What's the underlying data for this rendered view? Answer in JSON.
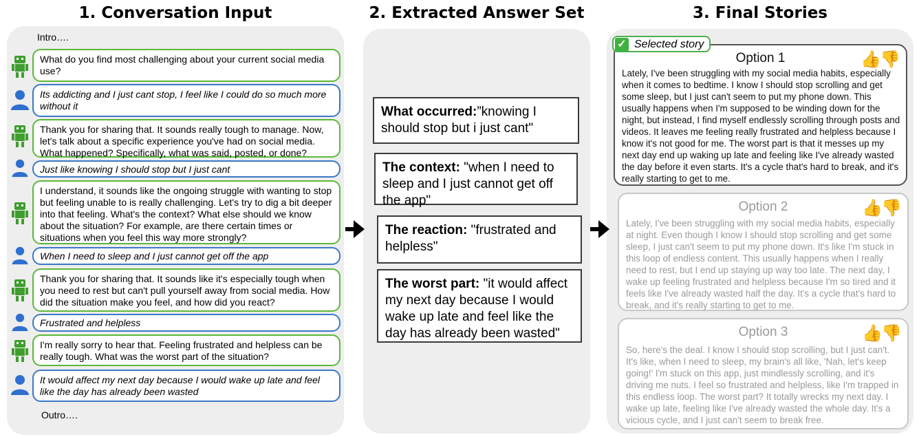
{
  "titles": {
    "col1": "1. Conversation Input",
    "col2": "2. Extracted Answer Set",
    "col3": "3. Final Stories"
  },
  "conversation": {
    "intro": "Intro….",
    "outro": "Outro….",
    "messages": [
      {
        "role": "bot",
        "text": "What do you find most challenging about your current social media use?"
      },
      {
        "role": "user",
        "text": "Its addicting and I just cant stop, I feel like I could do so much more without it"
      },
      {
        "role": "bot",
        "text": "Thank you for sharing that. It sounds really tough to manage. Now, let's talk about a specific experience you've had on social media. What happened? Specifically, what was said, posted, or done?"
      },
      {
        "role": "user",
        "text": "Just like knowing I should stop but I just cant"
      },
      {
        "role": "bot",
        "text": "I understand, it sounds like the ongoing struggle with wanting to stop but feeling unable to is really challenging. Let's try to dig a bit deeper into that feeling. What's the context? What else should we know about the situation? For example, are there certain times or situations when you feel this way more strongly?"
      },
      {
        "role": "user",
        "text": "When I need to sleep and I just cannot get off the app"
      },
      {
        "role": "bot",
        "text": "Thank you for sharing that. It sounds like it's especially tough when you need to rest but can't pull yourself away from social media. How did the situation make you feel, and how did you react?"
      },
      {
        "role": "user",
        "text": "Frustrated and helpless"
      },
      {
        "role": "bot",
        "text": "I'm really sorry to hear that. Feeling frustrated and helpless can be really tough. What was the worst part of the situation?"
      },
      {
        "role": "user",
        "text": "It would affect my next day because I would wake up late and feel like the day has already been wasted"
      }
    ]
  },
  "answers": [
    {
      "label": "What occurred:",
      "value": "”knowing I should stop but i just cant\""
    },
    {
      "label": "The context:",
      "value": " \"when I need to sleep and I just cannot get off the app\""
    },
    {
      "label": "The reaction:",
      "value": " \"frustrated and helpless\""
    },
    {
      "label": "The worst part:",
      "value": " \"it would affect my next day because I would wake up late and feel like the day has already been wasted\""
    }
  ],
  "stories": {
    "selected_label": "Selected story",
    "options": [
      {
        "title": "Option 1",
        "selected": true,
        "text": "Lately, I've been struggling with my social media habits, especially when it comes to bedtime. I know I should stop scrolling and get some sleep, but I just can't seem to put my phone down. This usually happens when I'm supposed to be winding down for the night, but instead, I find myself endlessly scrolling through posts and videos. It leaves me feeling really frustrated and helpless because I know it's not good for me. The worst part is that it messes up my next day end up waking up late and feeling like I've already wasted the day before it even starts. It's a cycle that's hard to break, and it's really starting to get to me."
      },
      {
        "title": "Option 2",
        "selected": false,
        "text": "Lately, I've been struggling with my social media habits, especially at night. Even though I know I should stop scrolling and get some sleep, I just can't seem to put my phone down. It's like I'm stuck in this loop of endless content. This usually happens when I really need to rest, but I end up staying up way too late. The next day, I wake up feeling frustrated and helpless because I'm so tired and it feels like I've already wasted half the day. It's a cycle that's hard to break, and it's really starting to get to me."
      },
      {
        "title": "Option 3",
        "selected": false,
        "text": "So, here's the deal. I know I should stop scrolling, but I just can't. It's like, when I need to sleep, my brain's all like, 'Nah, let's keep going!' I'm stuck on this app, just mindlessly scrolling, and it's driving me nuts. I feel so frustrated and helpless, like I'm trapped in this endless loop. The worst part? It totally wrecks my next day. I wake up late, feeling like I've already wasted the whole day. It's a vicious cycle, and I just can't seem to break free."
      }
    ]
  },
  "icons": {
    "bot": "robot-icon",
    "user": "person-icon",
    "up": "thumbs-up-icon",
    "down": "thumbs-down-icon",
    "check": "checkmark-icon"
  },
  "colors": {
    "bot_border": "#5cb83a",
    "user_border": "#3b78c8",
    "panel": "#eeeeee"
  }
}
